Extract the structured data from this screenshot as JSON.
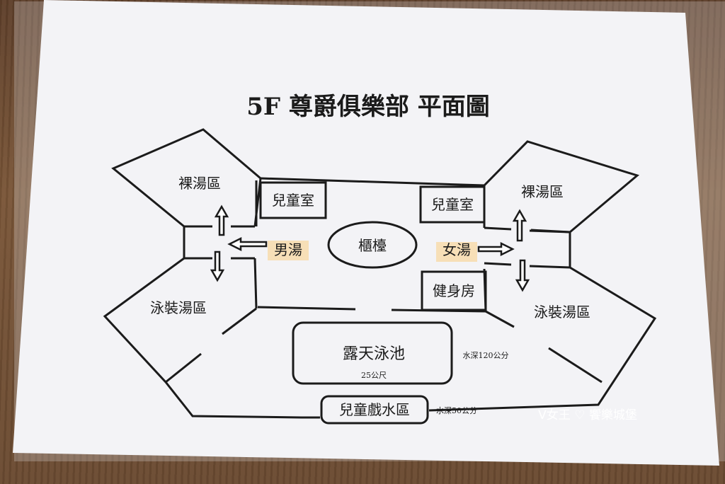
{
  "title": "5F 尊爵俱樂部 平面圖",
  "labels": {
    "nude_bath_left": "裸湯區",
    "nude_bath_right": "裸湯區",
    "kids_room_left": "兒童室",
    "kids_room_right": "兒童室",
    "men_bath": "男湯",
    "women_bath": "女湯",
    "counter": "櫃檯",
    "gym": "健身房",
    "swimsuit_bath_left": "泳裝湯區",
    "swimsuit_bath_right": "泳裝湯區",
    "outdoor_pool": "露天泳池",
    "pool_length": "25公尺",
    "pool_depth": "水深120公分",
    "kids_water_area": "兒童戲水區",
    "kids_water_depth": "水深50公分"
  },
  "watermark": "V女王 ♡ 饗樂城堡",
  "colors": {
    "paper": "#f3f3f6",
    "ink": "#1b1b1b",
    "highlight": "#f7d9a8"
  }
}
